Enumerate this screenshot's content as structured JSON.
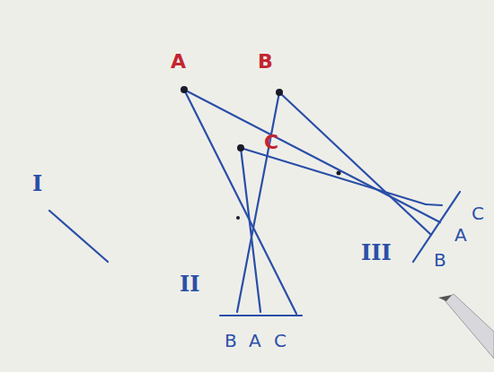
{
  "diagram": {
    "labels": [
      "A",
      "B",
      "C",
      "I",
      "II",
      "III",
      "B",
      "A",
      "C",
      "C",
      "A",
      "B"
    ]
  }
}
